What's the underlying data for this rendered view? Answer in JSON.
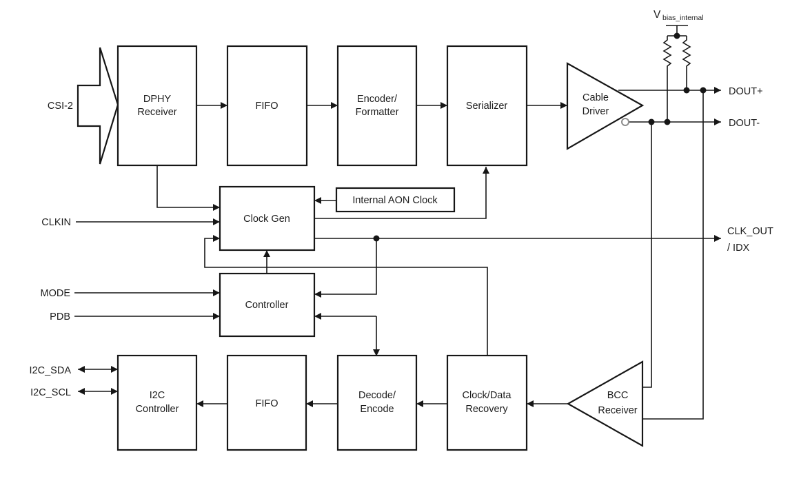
{
  "diagram": {
    "kind": "serializer-block-diagram",
    "colors": {
      "line": "#161616",
      "background": "#ffffff",
      "block_fill": "#ffffff",
      "bubble_stroke": "#8d8d8d"
    },
    "blocks": {
      "dphy": {
        "line1": "DPHY",
        "line2": "Receiver"
      },
      "fifo_top": {
        "label": "FIFO"
      },
      "encoder": {
        "line1": "Encoder/",
        "line2": "Formatter"
      },
      "serializer": {
        "label": "Serializer"
      },
      "aon_clock": {
        "label": "Internal AON Clock"
      },
      "clock_gen": {
        "label": "Clock Gen"
      },
      "controller": {
        "label": "Controller"
      },
      "i2c": {
        "line1": "I2C",
        "line2": "Controller"
      },
      "fifo_bottom": {
        "label": "FIFO"
      },
      "decode": {
        "line1": "Decode/",
        "line2": "Encode"
      },
      "cdr": {
        "line1": "Clock/Data",
        "line2": "Recovery"
      },
      "cable_driver": {
        "line1": "Cable",
        "line2": "Driver"
      },
      "bcc_receiver": {
        "line1": "BCC",
        "line2": "Receiver"
      }
    },
    "ports": {
      "csi2": "CSI-2",
      "clkin": "CLKIN",
      "mode": "MODE",
      "pdb": "PDB",
      "i2c_sda": "I2C_SDA",
      "i2c_scl": "I2C_SCL",
      "dout_p": "DOUT+",
      "dout_n": "DOUT-",
      "clk_out": "CLK_OUT",
      "idx": "/ IDX",
      "vbias_v": "V",
      "vbias_sub": "bias_internal"
    }
  }
}
